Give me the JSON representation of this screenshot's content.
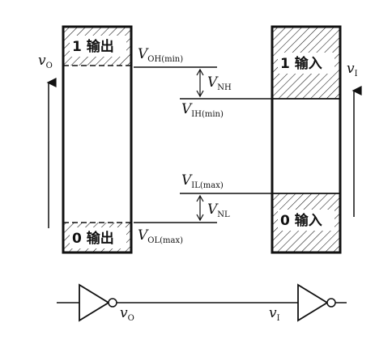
{
  "left_column": {
    "axis_symbol": "v",
    "axis_subscript": "O",
    "top_region": "1 输出",
    "bottom_region": "0 输出"
  },
  "right_column": {
    "axis_symbol": "v",
    "axis_subscript": "I",
    "top_region": "1 输入",
    "bottom_region": "0 输入"
  },
  "levels": {
    "voh": {
      "main": "V",
      "sub": "OH(min)"
    },
    "vih": {
      "main": "V",
      "sub": "IH(min)"
    },
    "vil": {
      "main": "V",
      "sub": "IL(max)"
    },
    "vol": {
      "main": "V",
      "sub": "OL(max)"
    }
  },
  "margins": {
    "high": {
      "main": "V",
      "sub": "NH"
    },
    "low": {
      "main": "V",
      "sub": "NL"
    }
  },
  "circuit": {
    "out_symbol": "v",
    "out_sub": "O",
    "in_symbol": "v",
    "in_sub": "I"
  },
  "colors": {
    "ink": "#111111",
    "background": "#ffffff"
  }
}
